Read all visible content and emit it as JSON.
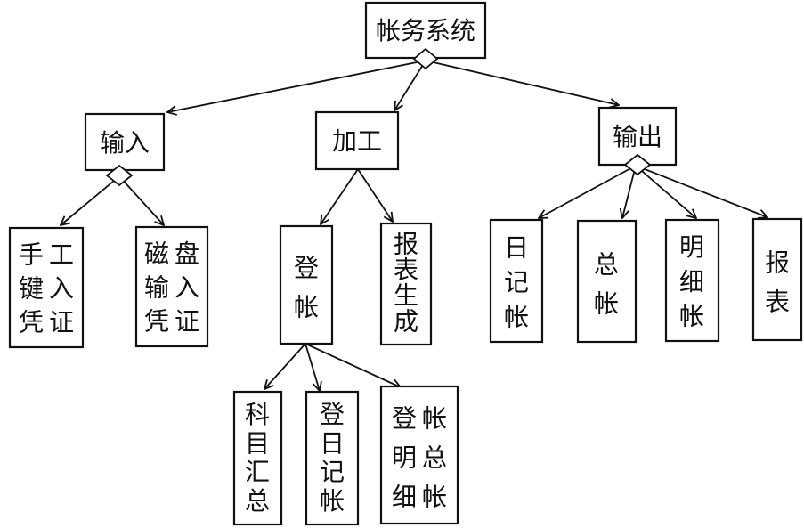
{
  "diagram": {
    "type": "hierarchy-tree",
    "colors": {
      "ink": "#111111",
      "paper": "#ffffff"
    },
    "nodes": {
      "root": {
        "label": "帐务系统"
      },
      "input": {
        "label": "输入"
      },
      "process": {
        "label": "加工"
      },
      "output": {
        "label": "输出"
      },
      "manual-entry": {
        "label": "手工键入凭证"
      },
      "disk-entry": {
        "label": "磁盘输入凭证"
      },
      "posting": {
        "label": "登帐"
      },
      "report-gen": {
        "label": "报表生成"
      },
      "journal": {
        "label": "日记帐"
      },
      "general-ledger": {
        "label": "总帐"
      },
      "detail-ledger": {
        "label": "明细帐"
      },
      "reports": {
        "label": "报表"
      },
      "subject-summary": {
        "label": "科目汇总"
      },
      "post-journal": {
        "label": "登日记帐"
      },
      "post-detail-gl": {
        "label": "登明细帐总帐"
      }
    },
    "edges": [
      [
        "root",
        "input"
      ],
      [
        "root",
        "process"
      ],
      [
        "root",
        "output"
      ],
      [
        "input",
        "manual-entry"
      ],
      [
        "input",
        "disk-entry"
      ],
      [
        "process",
        "posting"
      ],
      [
        "process",
        "report-gen"
      ],
      [
        "output",
        "journal"
      ],
      [
        "output",
        "general-ledger"
      ],
      [
        "output",
        "detail-ledger"
      ],
      [
        "output",
        "reports"
      ],
      [
        "posting",
        "subject-summary"
      ],
      [
        "posting",
        "post-journal"
      ],
      [
        "posting",
        "post-detail-gl"
      ]
    ]
  }
}
